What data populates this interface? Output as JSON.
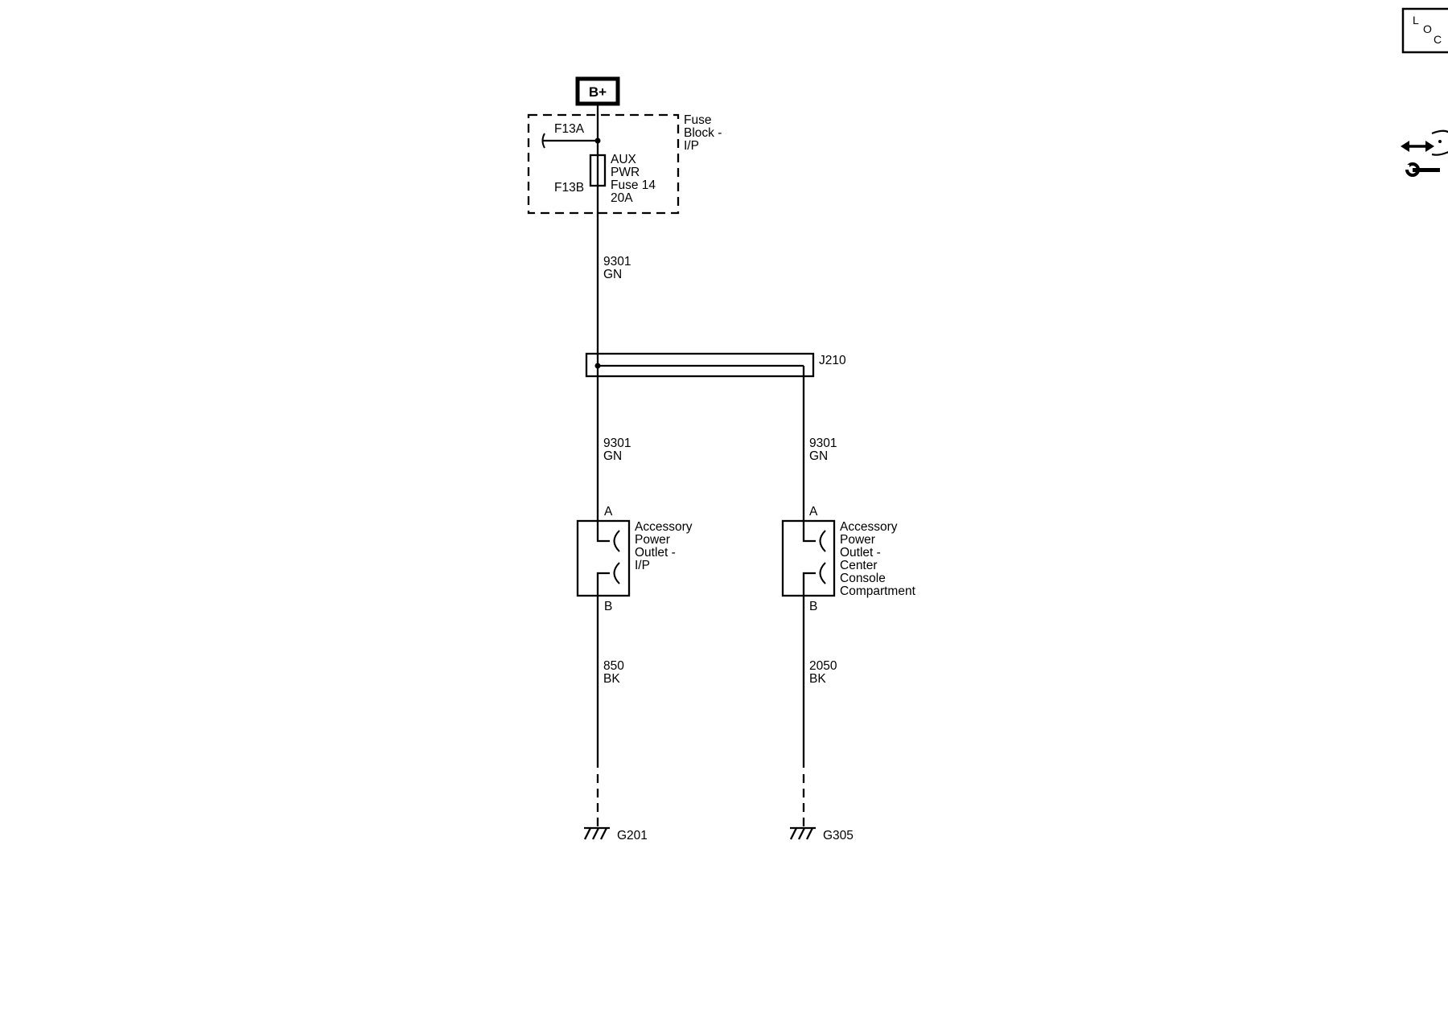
{
  "battery": {
    "label": "B+"
  },
  "fuse_block": {
    "name_lines": [
      "Fuse",
      "Block -",
      "I/P"
    ],
    "terminal_top": "F13A",
    "terminal_bottom": "F13B",
    "fuse_lines": [
      "AUX",
      "PWR",
      "Fuse 14",
      "20A"
    ]
  },
  "wire_main": {
    "circuit": "9301",
    "color": "GN"
  },
  "splice": {
    "label": "J210"
  },
  "wire_left": {
    "circuit": "9301",
    "color": "GN"
  },
  "wire_right": {
    "circuit": "9301",
    "color": "GN"
  },
  "outlet_ip": {
    "pin_top": "A",
    "pin_bottom": "B",
    "name_lines": [
      "Accessory",
      "Power",
      "Outlet -",
      "I/P"
    ]
  },
  "outlet_console": {
    "pin_top": "A",
    "pin_bottom": "B",
    "name_lines": [
      "Accessory",
      "Power",
      "Outlet -",
      "Center",
      "Console",
      "Compartment"
    ]
  },
  "ground_wire_left": {
    "circuit": "850",
    "color": "BK"
  },
  "ground_wire_right": {
    "circuit": "2050",
    "color": "BK"
  },
  "ground_left": {
    "label": "G201"
  },
  "ground_right": {
    "label": "G305"
  },
  "loc_icon": {
    "letters": [
      "L",
      "O",
      "C"
    ]
  },
  "icons": [
    "loc-icon",
    "connector-pinout-icon",
    "wrench-icon"
  ]
}
